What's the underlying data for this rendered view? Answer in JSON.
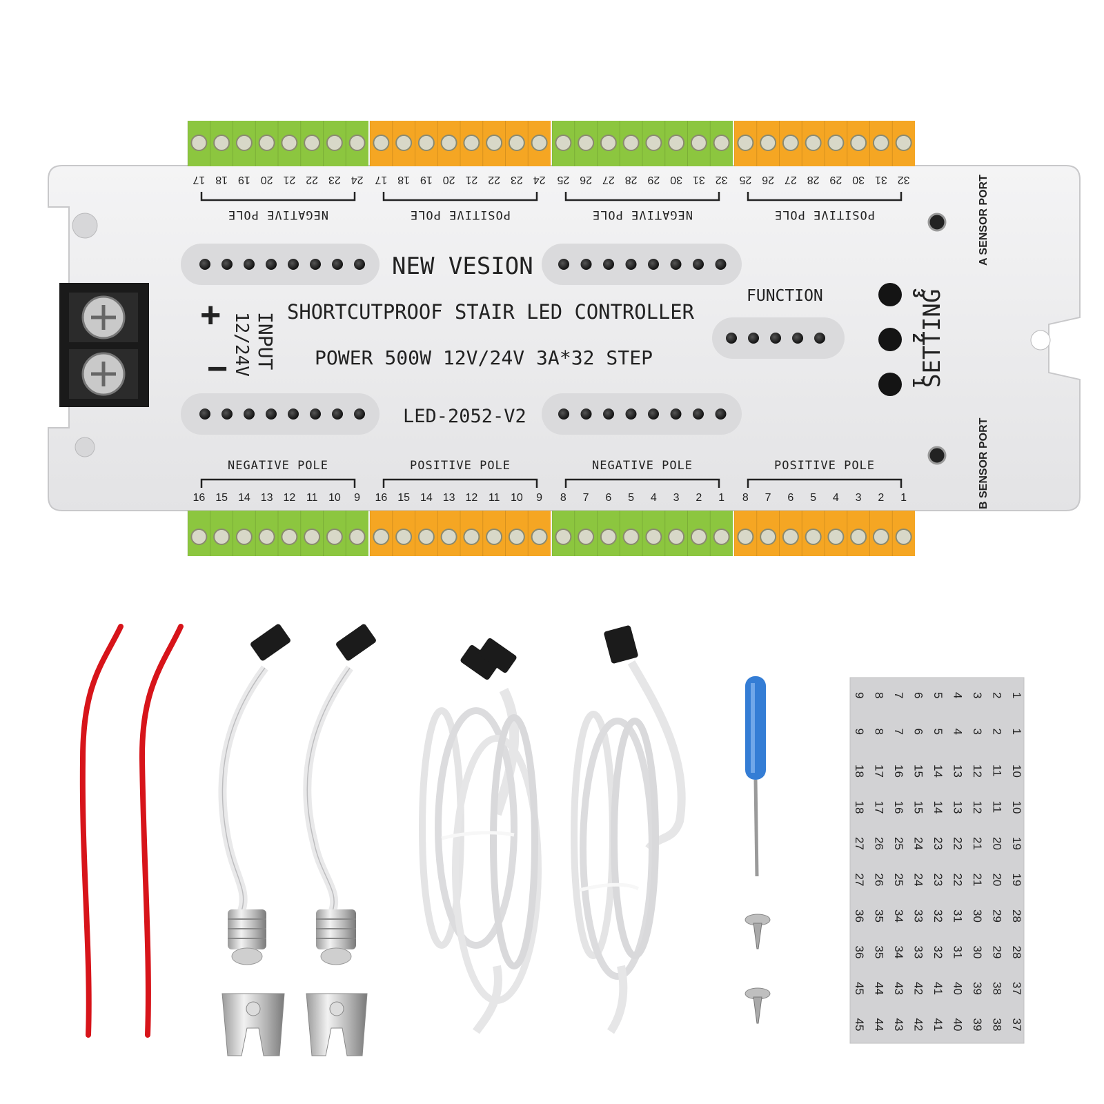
{
  "controller": {
    "headline": "NEW VESION",
    "title": "SHORTCUTPROOF STAIR LED CONTROLLER",
    "power": "POWER 500W 12V/24V 3A*32 STEP",
    "model": "LED-2052-V2",
    "function_label": "FUNCTION",
    "setting_label": "SETTING",
    "buttons": [
      "1",
      "2",
      "3"
    ],
    "input_label": "INPUT",
    "input_voltage": "12/24V",
    "plus": "+",
    "minus": "−",
    "sensor_a": "A SENSOR PORT",
    "sensor_b": "B SENSOR PORT",
    "top_groups": [
      {
        "pole": "NEGATIVE POLE",
        "pins": [
          "17",
          "18",
          "19",
          "20",
          "21",
          "22",
          "23",
          "24"
        ],
        "color": "green"
      },
      {
        "pole": "POSITIVE POLE",
        "pins": [
          "17",
          "18",
          "19",
          "20",
          "21",
          "22",
          "23",
          "24"
        ],
        "color": "orange"
      },
      {
        "pole": "NEGATIVE POLE",
        "pins": [
          "25",
          "26",
          "27",
          "28",
          "29",
          "30",
          "31",
          "32"
        ],
        "color": "green"
      },
      {
        "pole": "POSITIVE POLE",
        "pins": [
          "25",
          "26",
          "27",
          "28",
          "29",
          "30",
          "31",
          "32"
        ],
        "color": "orange"
      }
    ],
    "bottom_groups": [
      {
        "pole": "NEGATIVE POLE",
        "pins": [
          "16",
          "15",
          "14",
          "13",
          "12",
          "11",
          "10",
          "9"
        ],
        "color": "green"
      },
      {
        "pole": "POSITIVE POLE",
        "pins": [
          "16",
          "15",
          "14",
          "13",
          "12",
          "11",
          "10",
          "9"
        ],
        "color": "orange"
      },
      {
        "pole": "NEGATIVE POLE",
        "pins": [
          "8",
          "7",
          "6",
          "5",
          "4",
          "3",
          "2",
          "1"
        ],
        "color": "green"
      },
      {
        "pole": "POSITIVE POLE",
        "pins": [
          "8",
          "7",
          "6",
          "5",
          "4",
          "3",
          "2",
          "1"
        ],
        "color": "orange"
      }
    ]
  },
  "sticker_columns": [
    [
      "1",
      "2",
      "3",
      "4",
      "5",
      "6",
      "7",
      "8",
      "9"
    ],
    [
      "1",
      "2",
      "3",
      "4",
      "5",
      "6",
      "7",
      "8",
      "9"
    ],
    [
      "10",
      "11",
      "12",
      "13",
      "14",
      "15",
      "16",
      "17",
      "18"
    ],
    [
      "10",
      "11",
      "12",
      "13",
      "14",
      "15",
      "16",
      "17",
      "18"
    ],
    [
      "19",
      "20",
      "21",
      "22",
      "23",
      "24",
      "25",
      "26",
      "27"
    ],
    [
      "19",
      "20",
      "21",
      "22",
      "23",
      "24",
      "25",
      "26",
      "27"
    ],
    [
      "28",
      "29",
      "30",
      "31",
      "32",
      "33",
      "34",
      "35",
      "36"
    ],
    [
      "28",
      "29",
      "30",
      "31",
      "32",
      "33",
      "34",
      "35",
      "36"
    ],
    [
      "37",
      "38",
      "39",
      "40",
      "41",
      "42",
      "43",
      "44",
      "45"
    ],
    [
      "37",
      "38",
      "39",
      "40",
      "41",
      "42",
      "43",
      "44",
      "45"
    ]
  ],
  "colors": {
    "terminal_green": "#8cc63f",
    "terminal_orange": "#f5a623",
    "housing": "#ededee",
    "wire_red": "#d7141a",
    "screwdriver_blue": "#1e6fd0"
  }
}
